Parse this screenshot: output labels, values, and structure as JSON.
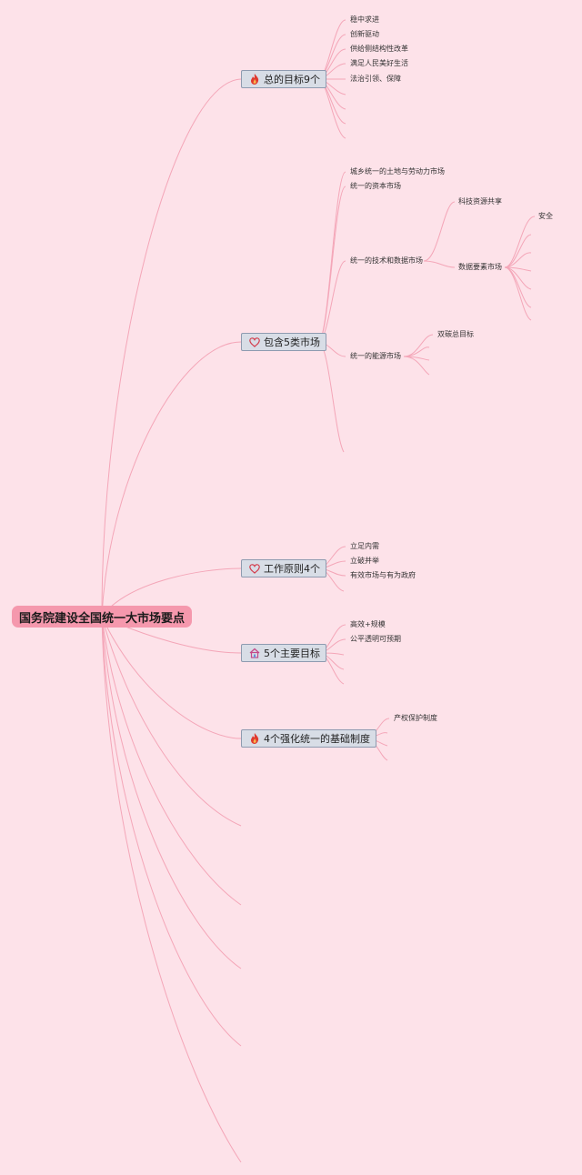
{
  "root": {
    "label": "国务院建设全国统一大市场要点"
  },
  "branches": [
    {
      "label": "总的目标9个",
      "icon": "flame-icon",
      "items": [
        "稳中求进",
        "创新驱动",
        "供给侧结构性改革",
        "满足人民美好生活",
        "法治引领、保障"
      ]
    },
    {
      "label": "包含5类市场",
      "icon": "heart-icon",
      "items": [
        "城乡统一的土地与劳动力市场",
        "统一的资本市场",
        "统一的技术和数据市场",
        "统一的能源市场"
      ],
      "sub": {
        "tech": [
          "科技资源共享",
          "数据要素市场"
        ],
        "data": [
          "安全"
        ],
        "energy": [
          "双碳总目标"
        ]
      }
    },
    {
      "label": "工作原则4个",
      "icon": "heart-icon",
      "items": [
        "立足内需",
        "立破并举",
        "有效市场与有为政府"
      ]
    },
    {
      "label": "5个主要目标",
      "icon": "house-icon",
      "items": [
        "高效+规模",
        "公平透明可预期"
      ]
    },
    {
      "label": "4个强化统一的基础制度",
      "icon": "flame-icon",
      "items": [
        "产权保护制度"
      ]
    }
  ],
  "colors": {
    "background": "#fde2e9",
    "root": "#f598ad",
    "branch_fill": "#d8dde6",
    "line": "#f4a6b8"
  }
}
